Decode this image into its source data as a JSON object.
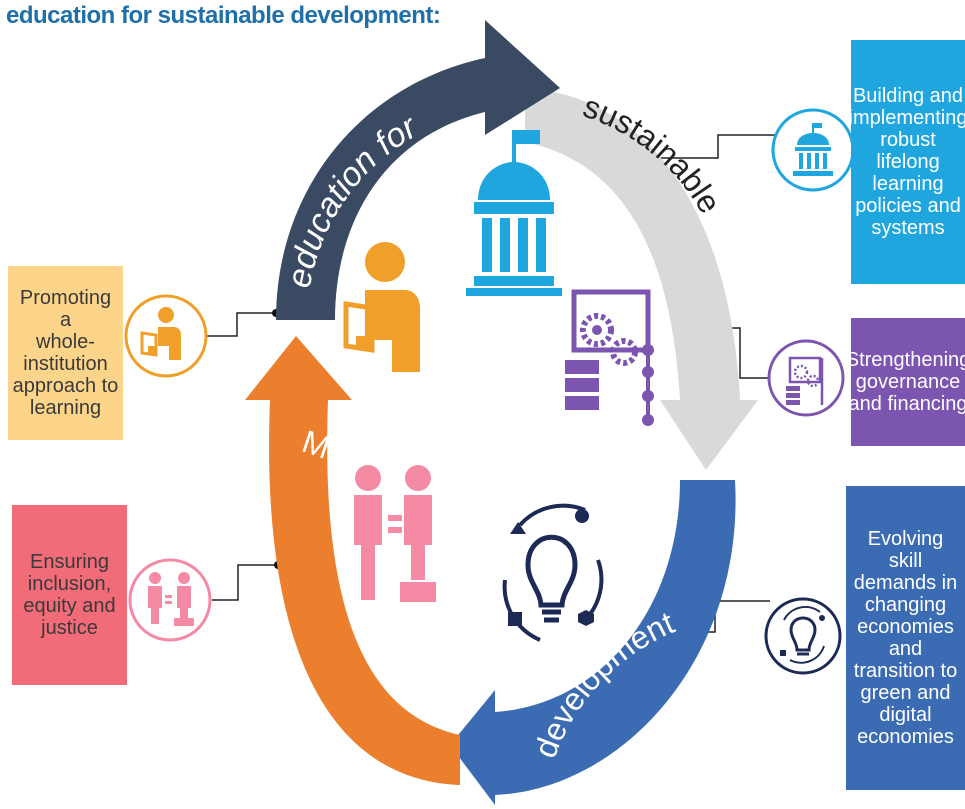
{
  "heading": "education for sustainable development:",
  "cycle_labels": {
    "top_left": "education for",
    "top_right": "sustainable",
    "bottom_right": "development",
    "bottom_left": "Mainstreaming"
  },
  "boxes": {
    "policies": "Building and\nimplementing\nrobust\nlifelong\nlearning\npolicies and\nsystems",
    "governance": "Strengthening\ngovernance\nand financing",
    "skills": "Evolving skill\ndemands in\nchanging\neconomies and\ntransition to\ngreen and\ndigital\neconomies",
    "whole_institution": "Promoting a\nwhole-\ninstitution\napproach to\nlearning",
    "inclusion": "Ensuring\ninclusion,\nequity and\njustice"
  },
  "colors": {
    "heading": "#1f6fa8",
    "arrow_navy": "#3a4a63",
    "arrow_gray": "#d9d9d9",
    "arrow_blue": "#3b6cb3",
    "arrow_orange": "#ec7f2e",
    "cyan": "#1fa6df",
    "purple": "#7b55b0",
    "yellow": "#fdd58a",
    "pink": "#f26b78",
    "amber": "#f0a02a"
  },
  "icons": [
    "building-icon",
    "gears-panel-icon",
    "lightbulb-cycle-icon",
    "reader-icon",
    "equality-people-icon"
  ]
}
